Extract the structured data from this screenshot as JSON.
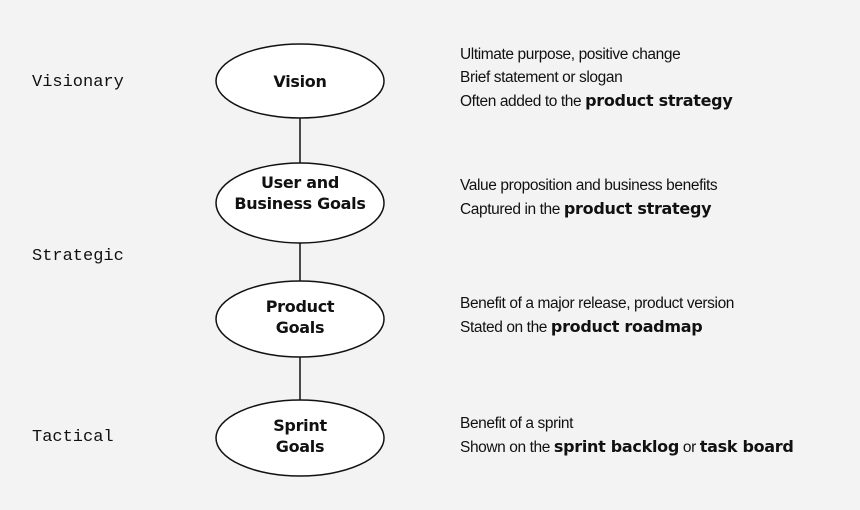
{
  "levels": {
    "visionary": "Visionary",
    "strategic": "Strategic",
    "tactical": "Tactical"
  },
  "nodes": {
    "vision": [
      "Vision"
    ],
    "user_business_goals": [
      "User and",
      "Business Goals"
    ],
    "product_goals": [
      "Product",
      "Goals"
    ],
    "sprint_goals": [
      "Sprint",
      "Goals"
    ]
  },
  "descriptions": {
    "vision": {
      "line1": "Ultimate purpose, positive change",
      "line2": "Brief statement or slogan",
      "line3_prefix": "Often added to the ",
      "line3_bold": "product strategy"
    },
    "user_business_goals": {
      "line1": "Value proposition and business benefits",
      "line2_prefix": "Captured in the ",
      "line2_bold": "product strategy"
    },
    "product_goals": {
      "line1": "Benefit of a major release, product version",
      "line2_prefix": "Stated on the ",
      "line2_bold": "product roadmap"
    },
    "sprint_goals": {
      "line1": "Benefit of a sprint",
      "line2_prefix": "Shown on the ",
      "line2_bold1": "sprint backlog",
      "line2_mid": " or ",
      "line2_bold2": "task board"
    }
  },
  "colors": {
    "background": "#f3f3f3",
    "stroke": "#111111",
    "node_fill": "#ffffff"
  }
}
